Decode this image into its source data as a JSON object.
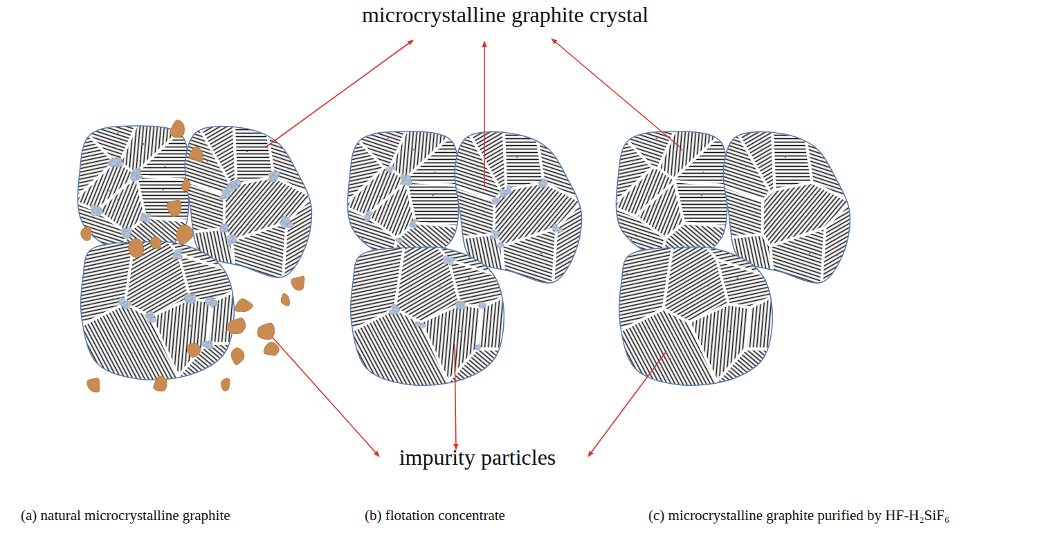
{
  "diagram": {
    "labels": [
      "microcrystalline graphite crystal",
      "impurity particles",
      "(a) natural microcrystalline graphite",
      "(b) flotation concentrate",
      "(c) microcrystalline graphite purified by HF-H₂SiF₆"
    ]
  }
}
